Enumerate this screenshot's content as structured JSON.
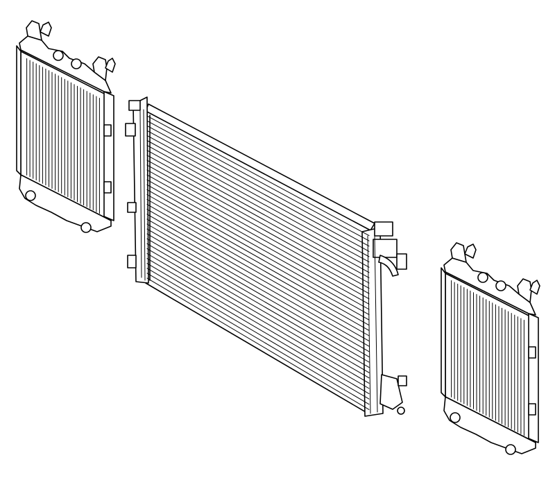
{
  "diagram": {
    "parts": [
      {
        "id": "left-auxiliary-radiator",
        "icon": "radiator-icon"
      },
      {
        "id": "main-radiator",
        "icon": "radiator-icon"
      },
      {
        "id": "right-auxiliary-radiator",
        "icon": "radiator-icon"
      }
    ],
    "line_color": "#000000",
    "background": "#ffffff"
  }
}
